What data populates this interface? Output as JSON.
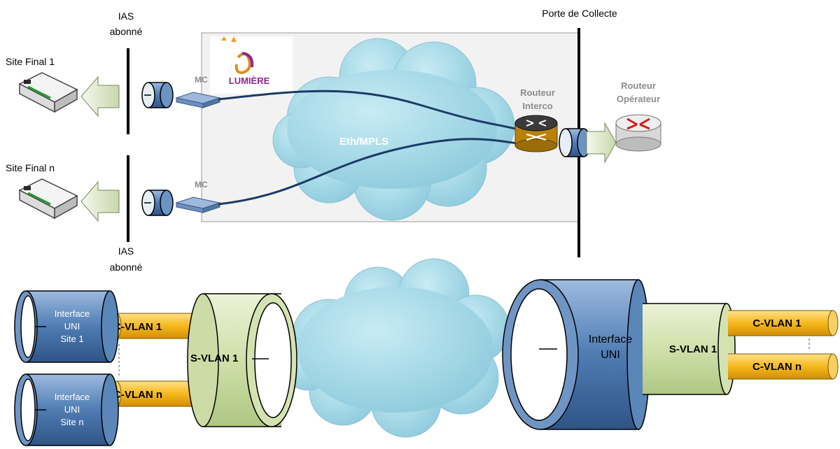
{
  "top": {
    "ias_top": [
      "IAS",
      "abonné"
    ],
    "ias_bottom": [
      "IAS",
      "abonné"
    ],
    "site_final_1": "Site Final 1",
    "site_final_n": "Site Final n",
    "porte_collecte": "Porte de Collecte",
    "mc_1": "MC",
    "mc_n": "MC",
    "logo_text": "LUMIÈRE",
    "cloud_label": "Eth/MPLS",
    "routeur_interco": [
      "Routeur",
      "Interco"
    ],
    "routeur_operateur": [
      "Routeur",
      "Opérateur"
    ]
  },
  "bottom": {
    "left_uni_1": [
      "Interface",
      "UNI",
      "Site 1"
    ],
    "left_uni_n": [
      "Interface",
      "UNI",
      "Site n"
    ],
    "cvlan_1": "C-VLAN 1",
    "cvlan_n": "C-VLAN n",
    "svlan_left": "S-VLAN 1",
    "right_uni": [
      "Interface",
      "UNI"
    ],
    "svlan_right": "S-VLAN 1",
    "right_cvlan_1": "C-VLAN 1",
    "right_cvlan_n": "C-VLAN n"
  },
  "colors": {
    "cylinder_blue": "#5b86b8",
    "cvlan_orange": "#f5b81b",
    "svlan_green": "#d4e2b2",
    "cloud": "#9fd4e4",
    "logo_purple": "#8a2a8e"
  }
}
